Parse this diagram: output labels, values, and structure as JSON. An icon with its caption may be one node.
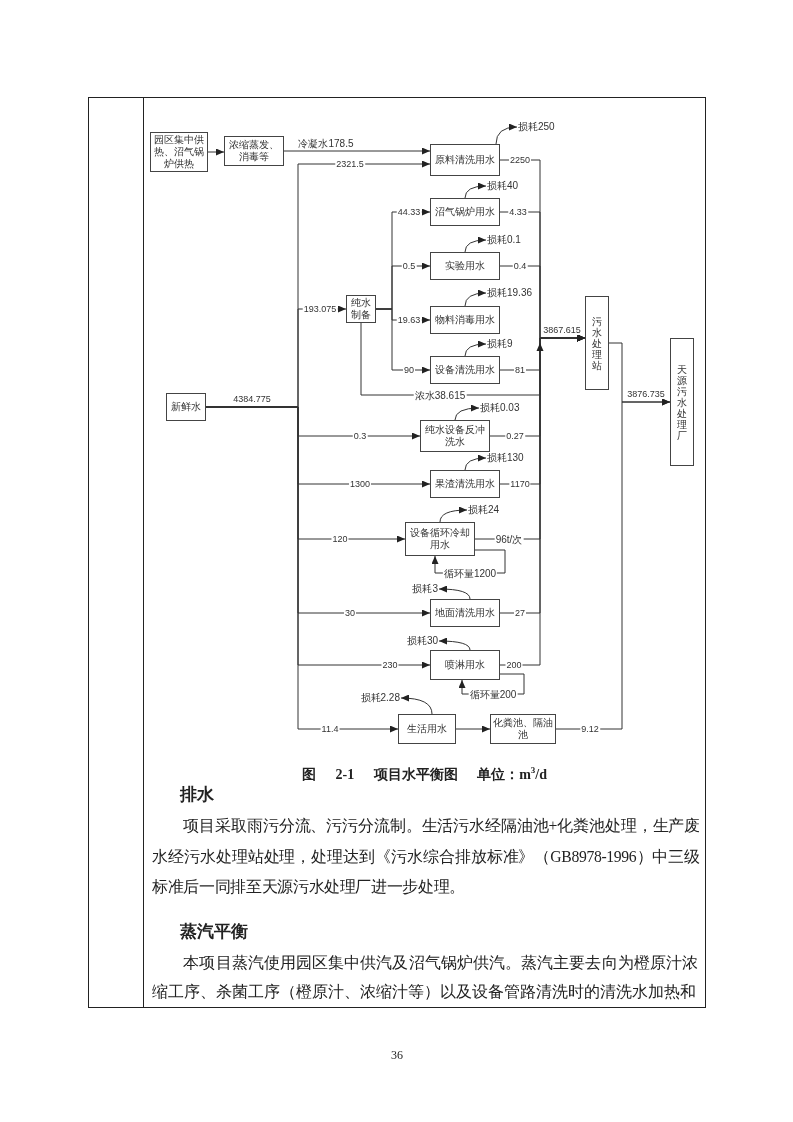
{
  "diagram": {
    "caption": "图 2-1 项目水平衡图 单位：m$^{3}$/d",
    "nodes": [
      {
        "text": [
          "园区集中供热、沼气锅炉供热"
        ]
      },
      {
        "text": [
          "浓缩蒸发、消毒等"
        ]
      },
      {
        "text": [
          "原料清洗用水"
        ]
      },
      {
        "text": [
          "损耗250"
        ]
      },
      {
        "text": [
          "沼气锅炉用水"
        ]
      },
      {
        "text": [
          "损耗40"
        ]
      },
      {
        "text": [
          "实验用水"
        ]
      },
      {
        "text": [
          "损耗0.1"
        ]
      },
      {
        "text": [
          "纯水制备"
        ]
      },
      {
        "text": [
          "物料消毒用水"
        ]
      },
      {
        "text": [
          "损耗19.36"
        ]
      },
      {
        "text": [
          "设备清洗用水"
        ]
      },
      {
        "text": [
          "损耗9"
        ]
      },
      {
        "text": [
          "污水处理站"
        ]
      },
      {
        "text": [
          "天源污水处理厂"
        ]
      },
      {
        "text": [
          "新鲜水"
        ]
      },
      {
        "text": [
          "纯水设备反冲洗水"
        ]
      },
      {
        "text": [
          "损耗0.03"
        ]
      },
      {
        "text": [
          "果渣清洗用水"
        ]
      },
      {
        "text": [
          "损耗130"
        ]
      },
      {
        "text": [
          "设备循环冷却用水"
        ]
      },
      {
        "text": [
          "损耗24"
        ]
      },
      {
        "text": [
          "地面清洗用水"
        ]
      },
      {
        "text": [
          "损耗3"
        ]
      },
      {
        "text": [
          "喷淋用水"
        ]
      },
      {
        "text": [
          "损耗30"
        ]
      },
      {
        "text": [
          "生活用水"
        ]
      },
      {
        "text": [
          "损耗2.28"
        ]
      },
      {
        "text": [
          "化粪池、隔油池"
        ]
      }
    ],
    "edges": [
      {
        "from": 0,
        "to": 1,
        "arrow": "to"
      },
      {
        "from": 1,
        "to": 2,
        "arrow": "to",
        "label": "冷凝水178.5"
      },
      {
        "from": 15,
        "to": 2,
        "arrow": "to",
        "label": "2321.5"
      },
      {
        "from": 15,
        "to": 8,
        "arrow": "to",
        "label": "193.075"
      },
      {
        "from": 15,
        "to": 16,
        "arrow": "to",
        "label": "0.3"
      },
      {
        "from": 15,
        "to": 18,
        "arrow": "to",
        "label": "1300"
      },
      {
        "from": 15,
        "to": 20,
        "arrow": "to",
        "label": "120"
      },
      {
        "from": 15,
        "to": 22,
        "arrow": "to",
        "label": "30"
      },
      {
        "from": 15,
        "to": 24,
        "arrow": "to",
        "label": "230"
      },
      {
        "from": 15,
        "to": 26,
        "arrow": "to",
        "label": "11.4"
      },
      {
        "from": 8,
        "to": 4,
        "arrow": "to",
        "label": "44.33"
      },
      {
        "from": 8,
        "to": 6,
        "arrow": "to",
        "label": "0.5"
      },
      {
        "from": 8,
        "to": 9,
        "arrow": "to",
        "label": "19.63"
      },
      {
        "from": 8,
        "to": 11,
        "arrow": "to",
        "label": "90"
      },
      {
        "from": 8,
        "to": 13,
        "arrow": "to",
        "label": "浓水38.615"
      },
      {
        "from": 2,
        "to": 3,
        "arrow": "to"
      },
      {
        "from": 4,
        "to": 5,
        "arrow": "to"
      },
      {
        "from": 6,
        "to": 7,
        "arrow": "to"
      },
      {
        "from": 9,
        "to": 10,
        "arrow": "to"
      },
      {
        "from": 11,
        "to": 12,
        "arrow": "to"
      },
      {
        "from": 16,
        "to": 17,
        "arrow": "to"
      },
      {
        "from": 18,
        "to": 19,
        "arrow": "to"
      },
      {
        "from": 20,
        "to": 21,
        "arrow": "to"
      },
      {
        "from": 22,
        "to": 23,
        "arrow": "to"
      },
      {
        "from": 24,
        "to": 25,
        "arrow": "to"
      },
      {
        "from": 26,
        "to": 27,
        "arrow": "to"
      },
      {
        "from": 2,
        "to": 13,
        "arrow": "to",
        "label": "2250"
      },
      {
        "from": 4,
        "to": 13,
        "arrow": "to",
        "label": "4.33"
      },
      {
        "from": 6,
        "to": 13,
        "arrow": "to",
        "label": "0.4"
      },
      {
        "from": 11,
        "to": 13,
        "arrow": "to",
        "label": "81"
      },
      {
        "from": 16,
        "to": 13,
        "arrow": "to",
        "label": "0.27"
      },
      {
        "from": 18,
        "to": 13,
        "arrow": "to",
        "label": "1170"
      },
      {
        "from": 20,
        "to": 13,
        "arrow": "to",
        "label": "96t/次"
      },
      {
        "from": 22,
        "to": 13,
        "arrow": "to",
        "label": "27"
      },
      {
        "from": 24,
        "to": 13,
        "arrow": "to",
        "label": "200"
      },
      {
        "from": 20,
        "to": 20,
        "arrow": "to",
        "label": "循环量1200"
      },
      {
        "from": 24,
        "to": 24,
        "arrow": "to",
        "label": "循环量200"
      },
      {
        "from": 26,
        "to": 28,
        "arrow": "to"
      },
      {
        "from": 13,
        "to": 14,
        "arrow": "to"
      },
      {
        "from": 28,
        "to": 14,
        "arrow": "to",
        "label": "9.12"
      }
    ],
    "labels": [
      "4384.775",
      "3867.615",
      "3876.735",
      "排水",
      "项目采取雨污分流、污污分流制。生活污水经隔油池+化粪池处理，生产废水经污水处理站处理，处理达到《污水综合排放标准》（GB8978-1996）中三级标准后一同排至天源污水处理厂进一步处理。",
      "蒸汽平衡",
      "本项目蒸汽使用园区集中供汽及沼气锅炉供汽。蒸汽主要去向为橙原汁浓缩工序、杀菌工序（橙原汁、浓缩汁等）以及设备管路清洗时的清洗水加热和",
      "36"
    ]
  }
}
